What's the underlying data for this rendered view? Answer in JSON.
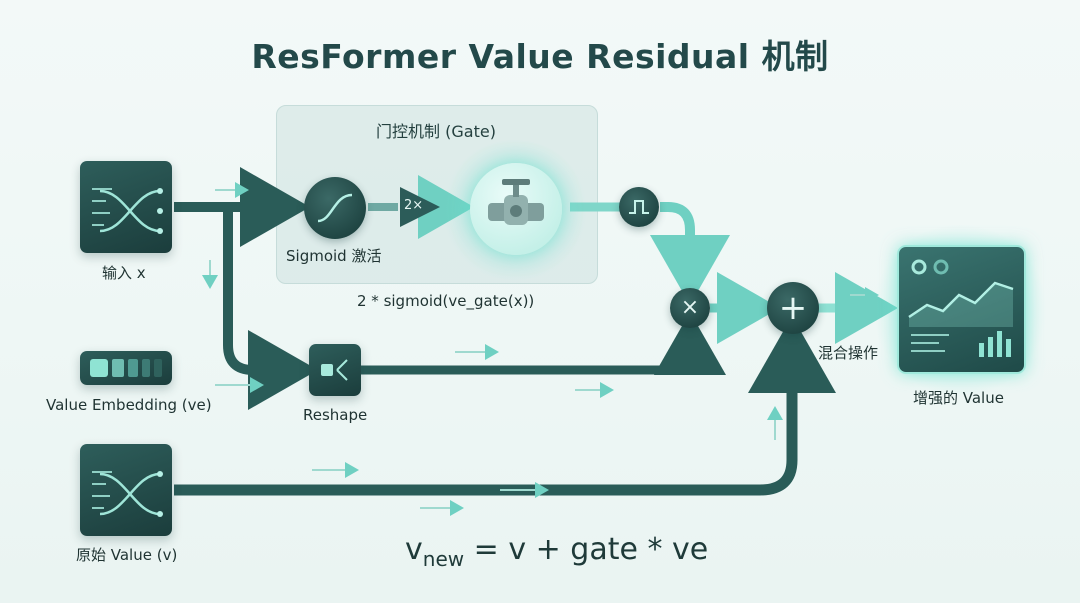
{
  "title": "ResFormer Value Residual 机制",
  "gate": {
    "title": "门控机制 (Gate)",
    "sigmoid_label": "Sigmoid 激活",
    "multiplier": "2×",
    "expression": "2 * sigmoid(ve_gate(x))"
  },
  "inputs": {
    "x_label": "输入 x",
    "ve_label": "Value Embedding (ve)",
    "v_label": "原始 Value (v)"
  },
  "reshape_label": "Reshape",
  "mix_label": "混合操作",
  "output_label": "增强的 Value",
  "formula": {
    "v": "v",
    "sub": "new",
    "rest": " = v + gate * ve"
  },
  "icons": {
    "multiply": "×",
    "add": "+"
  },
  "colors": {
    "accent": "#34c3b0",
    "dark": "#1d4240",
    "flow": "#2a5c58"
  }
}
